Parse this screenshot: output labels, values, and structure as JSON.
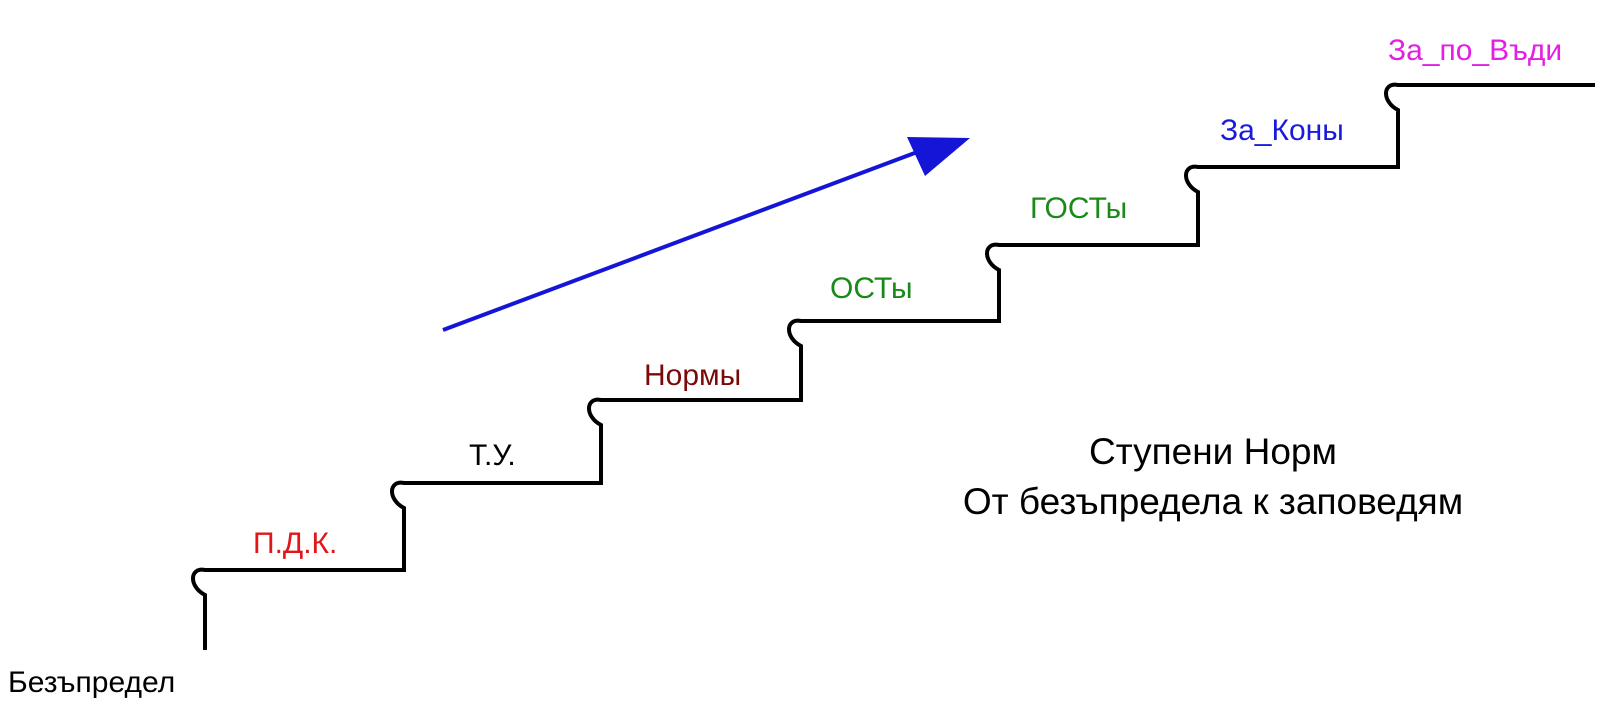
{
  "diagram": {
    "start_label": "Безъпредел",
    "steps": [
      {
        "label": "П.Д.К.",
        "color": "#e0161b"
      },
      {
        "label": "Т.У.",
        "color": "#000000"
      },
      {
        "label": "Нормы",
        "color": "#7a0a0a"
      },
      {
        "label": "ОСТы",
        "color": "#198a19"
      },
      {
        "label": "ГОСТы",
        "color": "#198a19"
      },
      {
        "label": "За_Коны",
        "color": "#1a1adc"
      },
      {
        "label": "За_по_Въди",
        "color": "#e41ee4"
      }
    ],
    "caption": {
      "line1": "Ступени Норм",
      "line2": "От безъпредела к заповедям"
    },
    "colors": {
      "staircase": "#000000",
      "arrow": "#1515d8"
    }
  }
}
